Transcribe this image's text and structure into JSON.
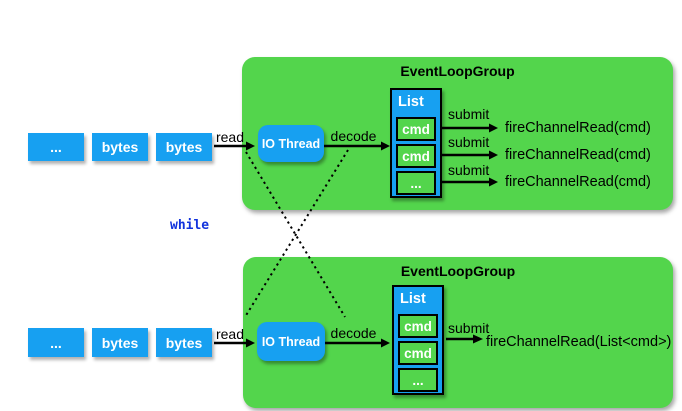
{
  "colors": {
    "green": "#53d54c",
    "blue": "#17a0f1",
    "arrow_black": "#000000",
    "while_text": "#1233dd"
  },
  "labels": {
    "read": "read",
    "decode": "decode",
    "submit": "submit",
    "while_keyword": "while"
  },
  "byte_queue_top": {
    "items": [
      "...",
      "bytes",
      "bytes"
    ]
  },
  "byte_queue_bottom": {
    "items": [
      "...",
      "bytes",
      "bytes"
    ]
  },
  "top_group": {
    "title": "EventLoopGroup",
    "io_thread_label": "IO Thread",
    "list": {
      "header": "List",
      "cells": [
        "cmd",
        "cmd",
        "..."
      ]
    },
    "outputs": [
      "fireChannelRead(cmd)",
      "fireChannelRead(cmd)",
      "fireChannelRead(cmd)"
    ]
  },
  "bottom_group": {
    "title": "EventLoopGroup",
    "io_thread_label": "IO Thread",
    "list": {
      "header": "List",
      "cells": [
        "cmd",
        "cmd",
        "..."
      ]
    },
    "outputs": [
      "fireChannelRead(List<cmd>)"
    ]
  }
}
